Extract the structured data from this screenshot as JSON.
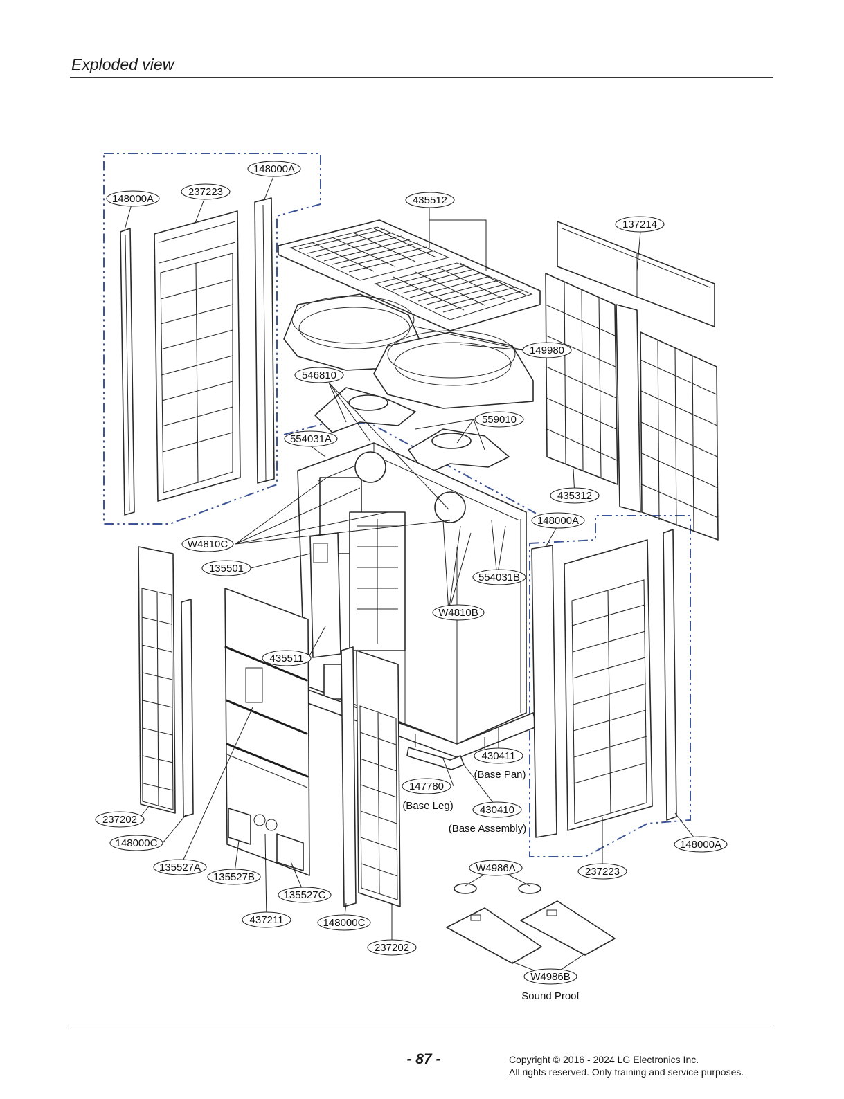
{
  "header": {
    "title": "Exploded view"
  },
  "footer": {
    "page_number": "- 87 -",
    "copyright_line1": "Copyright © 2016 - 2024 LG Electronics Inc.",
    "copyright_line2": "All rights reserved. Only training and service purposes."
  },
  "diagram": {
    "part_labels": [
      "148000A",
      "148000A",
      "237223",
      "435512",
      "137214",
      "149980",
      "546810",
      "559010",
      "554031A",
      "435312",
      "148000A",
      "W4810C",
      "135501",
      "554031B",
      "W4810B",
      "435511",
      "430411",
      "147780",
      "430410",
      "237202",
      "148000C",
      "148000A",
      "135527A",
      "135527B",
      "135527C",
      "437211",
      "148000C",
      "237202",
      "237223",
      "W4986A",
      "W4986B"
    ],
    "captions": [
      "(Base Pan)",
      "(Base Leg)",
      "(Base Assembly)",
      "Sound Proof"
    ],
    "colors": {
      "boundary_dash": "#3c5396",
      "line": "#2a2a2a"
    }
  }
}
